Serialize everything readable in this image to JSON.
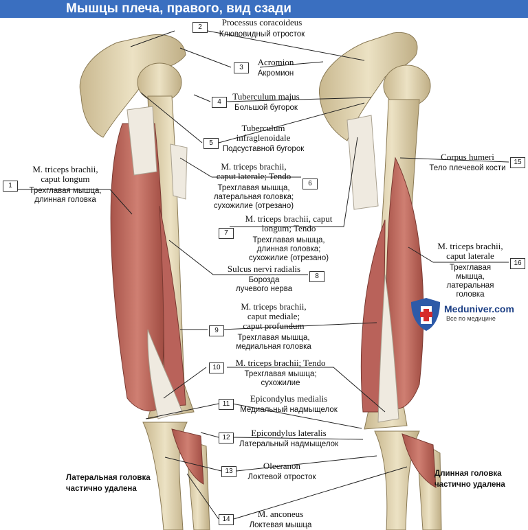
{
  "title": "Мышцы плеча, правого, вид сзади",
  "watermark": {
    "name": "Meduniver.com",
    "tagline": "Все по медицине"
  },
  "notes": {
    "left": [
      "Латеральная головка",
      "частично удалена"
    ],
    "right": [
      "Длинная головка",
      "частично удалена"
    ]
  },
  "colors": {
    "title_bar": "#3a6fc0",
    "muscle": "#c0695c",
    "bone": "#e2d5b0",
    "tendon": "#efeae0"
  },
  "labels": [
    {
      "num": "1",
      "la": [
        "M. triceps brachii,",
        "caput longum"
      ],
      "ru": [
        "Трехглавая мышца,",
        "длинная головка"
      ]
    },
    {
      "num": "2",
      "la": [
        "Processus coracoideus"
      ],
      "ru": [
        "Клювовидный отросток"
      ]
    },
    {
      "num": "3",
      "la": [
        "Acromion"
      ],
      "ru": [
        "Акромион"
      ]
    },
    {
      "num": "4",
      "la": [
        "Tuberculum majus"
      ],
      "ru": [
        "Большой бугорок"
      ]
    },
    {
      "num": "5",
      "la": [
        "Tuberculum",
        "infraglenoidale"
      ],
      "ru": [
        "Подсуставной бугорок"
      ]
    },
    {
      "num": "6",
      "la": [
        "M. triceps brachii,",
        "caput laterale; Tendo"
      ],
      "ru": [
        "Трехглавая мышца,",
        "латеральная головка;",
        "сухожилие (отрезано)"
      ]
    },
    {
      "num": "7",
      "la": [
        "M. triceps brachii, caput",
        "longum; Tendo"
      ],
      "ru": [
        "Трехглавая мышца,",
        "длинная головка;",
        "сухожилие (отрезано)"
      ]
    },
    {
      "num": "8",
      "la": [
        "Sulcus nervi radialis"
      ],
      "ru": [
        "Борозда",
        "лучевого нерва"
      ]
    },
    {
      "num": "9",
      "la": [
        "M. triceps brachii,",
        "caput mediale;",
        "caput profundum"
      ],
      "ru": [
        "Трехглавая мышца,",
        "медиальная головка"
      ]
    },
    {
      "num": "10",
      "la": [
        "M. triceps brachii; Tendo"
      ],
      "ru": [
        "Трехглавая мышца;",
        "сухожилие"
      ]
    },
    {
      "num": "11",
      "la": [
        "Epicondylus medialis"
      ],
      "ru": [
        "Медиальный надмыщелок"
      ]
    },
    {
      "num": "12",
      "la": [
        "Epicondylus lateralis"
      ],
      "ru": [
        "Латеральный надмыщелок"
      ]
    },
    {
      "num": "13",
      "la": [
        "Olecranon"
      ],
      "ru": [
        "Локтевой отросток"
      ]
    },
    {
      "num": "14",
      "la": [
        "M. anconeus"
      ],
      "ru": [
        "Локтевая мышца"
      ]
    },
    {
      "num": "15",
      "la": [
        "Corpus humeri"
      ],
      "ru": [
        "Тело плечевой кости"
      ]
    },
    {
      "num": "16",
      "la": [
        "M. triceps brachii,",
        "caput laterale"
      ],
      "ru": [
        "Трехглавая",
        "мышца,",
        "латеральная",
        "головка"
      ]
    }
  ]
}
